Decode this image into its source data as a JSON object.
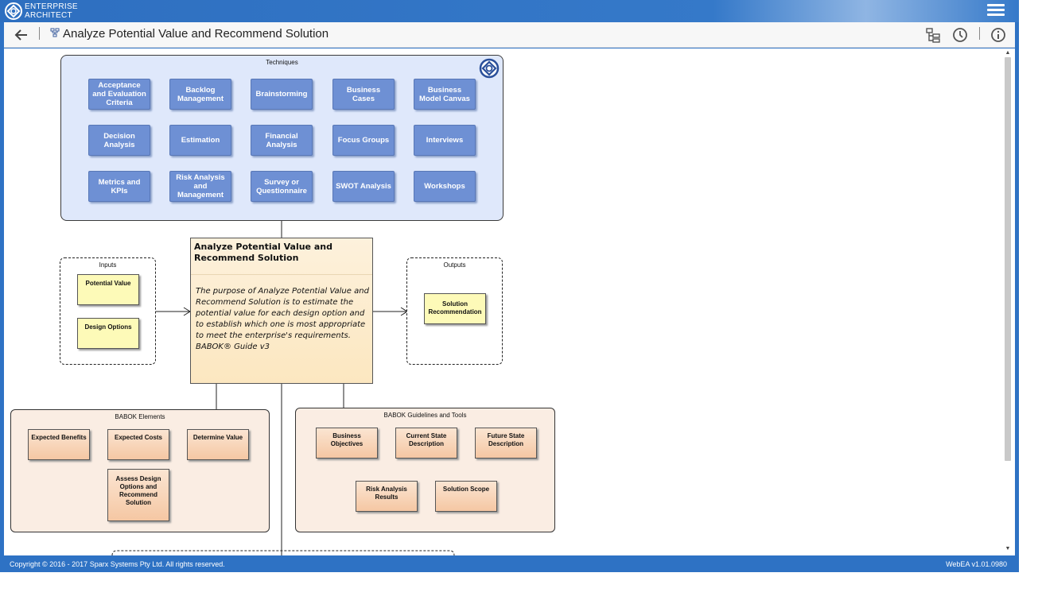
{
  "brand": {
    "line1": "ENTERPRISE",
    "line2": "ARCHITECT"
  },
  "header": {
    "title": "Analyze Potential Value and Recommend Solution"
  },
  "icons": {
    "logo": "sparx-logo-icon",
    "menu": "hamburger-menu-icon",
    "back": "back-arrow-icon",
    "diagram": "diagram-icon",
    "browser": "project-browser-icon",
    "history": "clock-icon",
    "info": "info-icon"
  },
  "colors": {
    "accent": "#2e72c4",
    "technique_fill": "#6e90d4",
    "technique_group_fill": "#dfe8fb",
    "input_fill": "#fdfab8",
    "babok_fill": "#faede3",
    "activity_fill": "#fce7c0"
  },
  "diagram": {
    "techniques": {
      "title": "Techniques",
      "items": [
        "Acceptance and Evaluation Criteria",
        "Backlog Management",
        "Brainstorming",
        "Business Cases",
        "Business Model Canvas",
        "Decision Analysis",
        "Estimation",
        "Financial Analysis",
        "Focus Groups",
        "Interviews",
        "Metrics and KPIs",
        "Risk Analysis and Management",
        "Survey or Questionnaire",
        "SWOT Analysis",
        "Workshops"
      ]
    },
    "inputs": {
      "title": "Inputs",
      "items": [
        "Potential Value",
        "Design Options"
      ]
    },
    "outputs": {
      "title": "Outputs",
      "items": [
        "Solution Recommendation"
      ]
    },
    "activity": {
      "title": "Analyze Potential Value and Recommend Solution",
      "description": "The purpose of Analyze Potential Value and Recommend Solution is to estimate the potential value for each design option and to establish which one is most appropriate to meet the enterprise's requirements.",
      "reference": "BABOK® Guide v3"
    },
    "babok_elements": {
      "title": "BABOK Elements",
      "items": [
        "Expected Benefits",
        "Expected Costs",
        "Determine Value",
        "Assess Design Options and Recommend Solution"
      ]
    },
    "babok_guidelines": {
      "title": "BABOK Guidelines and Tools",
      "items": [
        "Business Objectives",
        "Current State Description",
        "Future State Description",
        "Risk Analysis Results",
        "Solution Scope"
      ]
    }
  },
  "footer": {
    "copyright": "Copyright © 2016 - 2017 Sparx Systems Pty Ltd. All rights reserved.",
    "version": "WebEA v1.01.0980"
  }
}
